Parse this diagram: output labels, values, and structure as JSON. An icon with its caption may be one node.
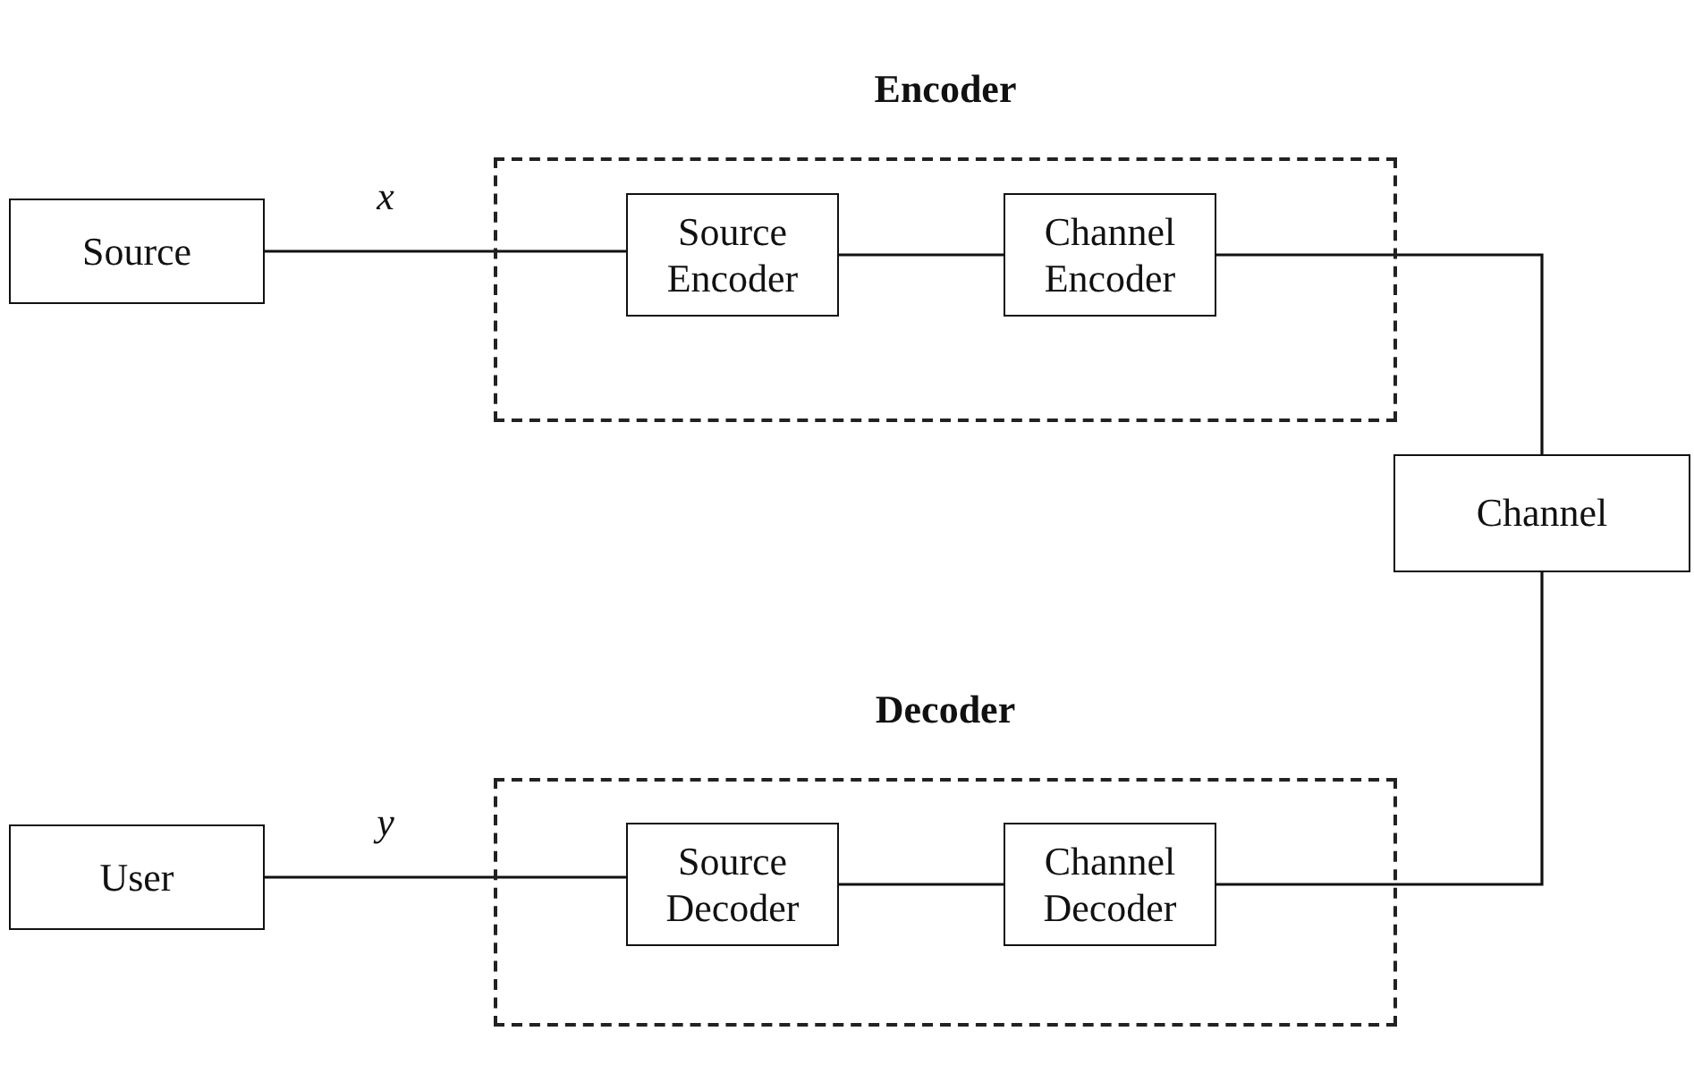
{
  "diagram": {
    "nodes": [
      {
        "text": [
          "Encoder"
        ]
      },
      {
        "text": [
          "Source"
        ]
      },
      {
        "text": [
          "Source Encoder"
        ],
        "in": 0
      },
      {
        "text": [
          "Channel Encoder"
        ],
        "in": 0
      },
      {
        "text": [
          "Channel"
        ]
      },
      {
        "text": [
          "Decoder"
        ]
      },
      {
        "text": [
          "User"
        ]
      },
      {
        "text": [
          "Source Decoder"
        ],
        "in": 5
      },
      {
        "text": [
          "Channel Decoder"
        ],
        "in": 5
      }
    ],
    "edges": [
      {
        "from": 1,
        "to": 2,
        "arrow": "none",
        "label": "x"
      },
      {
        "from": 2,
        "to": 3,
        "arrow": "none"
      },
      {
        "from": 3,
        "to": 4,
        "arrow": "none"
      },
      {
        "from": 4,
        "to": 8,
        "arrow": "none"
      },
      {
        "from": 8,
        "to": 7,
        "arrow": "none"
      },
      {
        "from": 7,
        "to": 6,
        "arrow": "none",
        "label": "y"
      }
    ]
  }
}
